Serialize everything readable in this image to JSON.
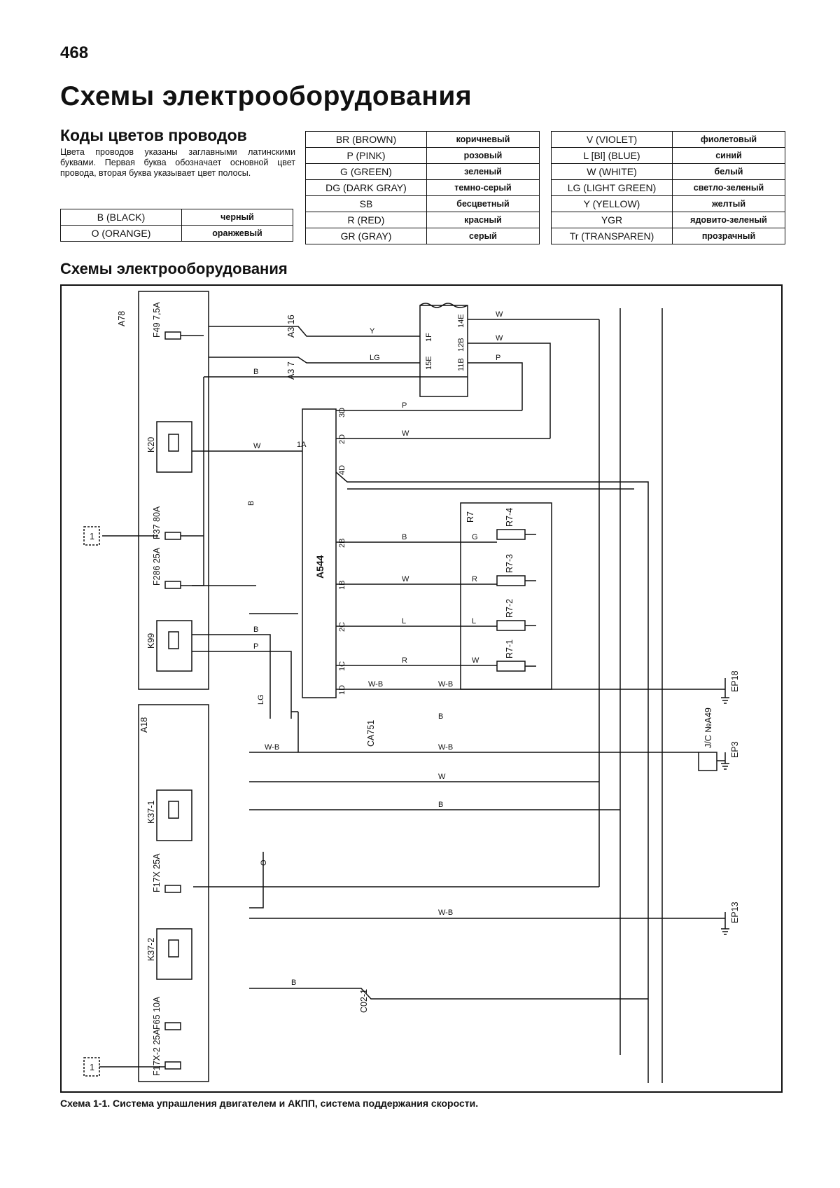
{
  "page": {
    "number": "468",
    "title": "Схемы электрооборудования"
  },
  "color_codes": {
    "heading": "Коды цветов проводов",
    "note": "Цвета проводов указаны заглавными латинскими буквами. Первая буква обозначает основной цвет провода, вторая буква указывает цвет полосы.",
    "left_table": [
      {
        "code": "B (BLACK)",
        "name": "черный"
      },
      {
        "code": "O (ORANGE)",
        "name": "оранжевый"
      }
    ],
    "middle_table": [
      {
        "code": "BR (BROWN)",
        "name": "коричневый"
      },
      {
        "code": "P (PINK)",
        "name": "розовый"
      },
      {
        "code": "G (GREEN)",
        "name": "зеленый"
      },
      {
        "code": "DG (DARK GRAY)",
        "name": "темно-серый"
      },
      {
        "code": "SB",
        "name": "бесцветный"
      },
      {
        "code": "R (RED)",
        "name": "красный"
      },
      {
        "code": "GR (GRAY)",
        "name": "серый"
      }
    ],
    "right_table": [
      {
        "code": "V (VIOLET)",
        "name": "фиолетовый"
      },
      {
        "code": "L [Bl] (BLUE)",
        "name": "синий"
      },
      {
        "code": "W (WHITE)",
        "name": "белый"
      },
      {
        "code": "LG (LIGHT GREEN)",
        "name": "светло-зеленый"
      },
      {
        "code": "Y (YELLOW)",
        "name": "желтый"
      },
      {
        "code": "YGR",
        "name": "ядовито-зеленый"
      },
      {
        "code": "Tr (TRANSPAREN)",
        "name": "прозрачный"
      }
    ]
  },
  "diagram": {
    "heading": "Схемы электрооборудования",
    "caption": "Схема 1-1. Система упрашления двигателем и АКПП, система поддержания скорости.",
    "components": {
      "a78": "A78",
      "a18": "A18",
      "a544": "A544",
      "r7": "R7",
      "f49": "F49 7,5A",
      "k20": "K20",
      "f37": "F37 80A",
      "f286": "F286 25A",
      "k99": "K99",
      "k37_1": "K37-1",
      "f17x": "F17X 25A",
      "k37_2": "K37-2",
      "f65": "F65 10A",
      "f17x_2": "F17X-2 25A",
      "r7_4": "R7-4",
      "r7_3": "R7-3",
      "r7_2": "R7-2",
      "r7_1": "R7-1",
      "jc": "J/C №A49",
      "ep18": "EP18",
      "ep3": "EP3",
      "ep13": "EP13",
      "ca751": "CA751",
      "c02_1": "C02-1",
      "a3_16": "A3 16",
      "a3_7": "A3 7",
      "ref_1a": "1",
      "ref_1b": "1"
    },
    "connector_pins": {
      "p14e": "14E",
      "p12b": "12B",
      "p11b": "11B",
      "p1f": "1F",
      "p15e": "15E",
      "p3d": "3D",
      "p2d": "2D",
      "p4d": "4D",
      "p1a": "1A",
      "p2b": "2B",
      "p1b": "1B",
      "p2c": "2C",
      "p1c": "1C",
      "p1d": "1D"
    },
    "wire_labels": {
      "w_top1": "W",
      "w_top2": "W",
      "y_top": "Y",
      "lg_top": "LG",
      "p_top": "P",
      "b_top": "B",
      "p_3d": "P",
      "w_2d": "W",
      "w_k20": "W",
      "b_f37": "B",
      "b_r74": "B",
      "g_r74": "G",
      "w_r73": "W",
      "r_r73": "R",
      "l_r72": "L",
      "l_r72b": "L",
      "r_r71": "R",
      "w_r71": "W",
      "wb_1d": "W-B",
      "wb_1d2": "W-B",
      "b_k99": "B",
      "p_k99": "P",
      "lg_a18": "LG",
      "b_ca": "B",
      "wb_mid": "W-B",
      "wb_mid2": "W-B",
      "w_k37": "W",
      "b_k37": "B",
      "o_f17": "O",
      "wb_k372": "W-B",
      "b_f65": "B"
    }
  }
}
